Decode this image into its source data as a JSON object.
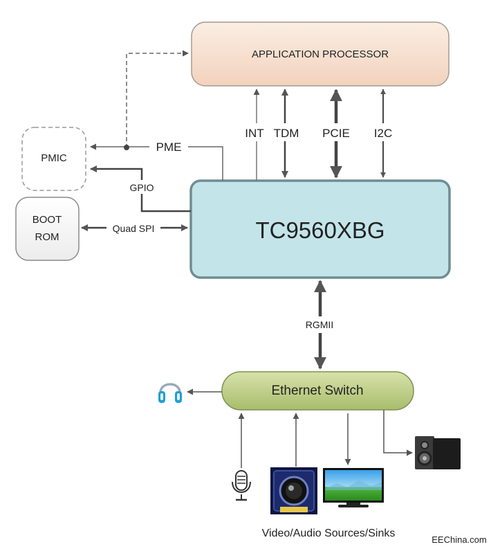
{
  "blocks": {
    "app_processor": "APPLICATION PROCESSOR",
    "chip": "TC9560XBG",
    "pmic": "PMIC",
    "boot_rom_line1": "BOOT",
    "boot_rom_line2": "ROM",
    "ethernet_switch": "Ethernet Switch"
  },
  "signals": {
    "pme": "PME",
    "gpio": "GPIO",
    "quad_spi": "Quad SPI",
    "int": "INT",
    "tdm": "TDM",
    "pcie": "PCIE",
    "i2c": "I2C",
    "rgmii": "RGMII"
  },
  "caption": "Video/Audio Sources/Sinks",
  "watermark": "EEChina.com",
  "colors": {
    "app_processor_fill": "#f6dccb",
    "chip_fill": "#c3e5ea",
    "chip_border": "#6f8d92",
    "switch_fill": "#bfcf8a",
    "arrow": "#555555"
  },
  "icons": [
    "headphones-icon",
    "microphone-icon",
    "camera-icon",
    "tv-monitor-icon",
    "speaker-icon"
  ]
}
